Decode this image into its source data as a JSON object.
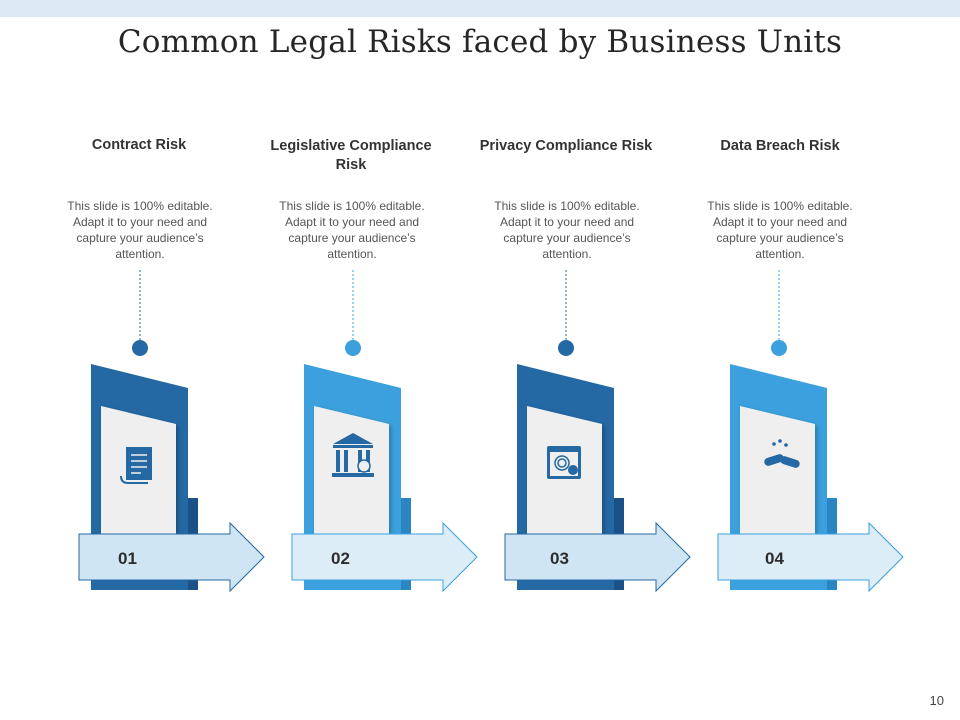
{
  "slide": {
    "title": "Common Legal Risks faced by Business Units",
    "page_number": "10"
  },
  "colors": {
    "dark_blue": "#2468a4",
    "light_blue": "#3ba0dd",
    "arrow_fill": "#cfe5f4",
    "panel_white": "#efefef"
  },
  "cards": [
    {
      "number": "01",
      "title": "Contract Risk",
      "description": "This slide is 100% editable. Adapt it to your need and capture your audience’s attention.",
      "icon": "contract-document-icon",
      "tone": "dark"
    },
    {
      "number": "02",
      "title": "Legislative Compliance Risk",
      "description": "This slide is 100% editable. Adapt it to your need and capture your audience’s attention.",
      "icon": "courthouse-scales-icon",
      "tone": "light"
    },
    {
      "number": "03",
      "title": "Privacy Compliance Risk",
      "description": "This slide is 100% editable. Adapt it to your need and capture your audience’s attention.",
      "icon": "fingerprint-browser-icon",
      "tone": "dark"
    },
    {
      "number": "04",
      "title": "Data Breach Risk",
      "description": "This slide is 100% editable. Adapt it to your need and capture your audience’s attention.",
      "icon": "broken-link-icon",
      "tone": "light"
    }
  ]
}
